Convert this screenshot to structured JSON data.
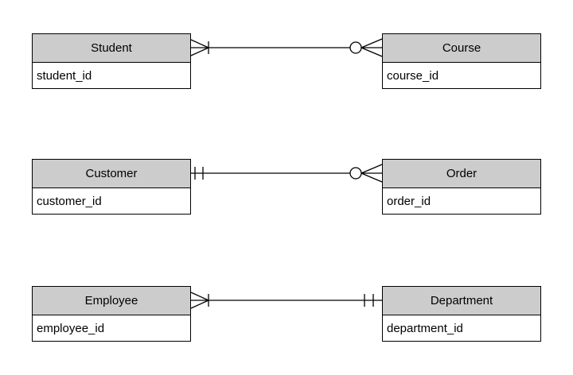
{
  "diagram": {
    "background": "#ffffff",
    "entity_style": {
      "header_fill": "#cccccc",
      "body_fill": "#ffffff",
      "border_color": "#000000",
      "text_color": "#000000"
    },
    "entities": [
      {
        "name": "Student",
        "attributes": [
          "student_id"
        ]
      },
      {
        "name": "Course",
        "attributes": [
          "course_id"
        ]
      },
      {
        "name": "Customer",
        "attributes": [
          "customer_id"
        ]
      },
      {
        "name": "Order",
        "attributes": [
          "order_id"
        ]
      },
      {
        "name": "Employee",
        "attributes": [
          "employee_id"
        ]
      },
      {
        "name": "Department",
        "attributes": [
          "department_id"
        ]
      }
    ],
    "relationships": [
      {
        "from": "Student",
        "to": "Course",
        "from_cardinality": "one or many (crow's foot with bar)",
        "to_cardinality": "zero or many (circle with crow's foot)"
      },
      {
        "from": "Customer",
        "to": "Order",
        "from_cardinality": "exactly one (double bar)",
        "to_cardinality": "zero or many (circle with crow's foot)"
      },
      {
        "from": "Employee",
        "to": "Department",
        "from_cardinality": "one or many (crow's foot with bar)",
        "to_cardinality": "exactly one (double bar)"
      }
    ]
  }
}
